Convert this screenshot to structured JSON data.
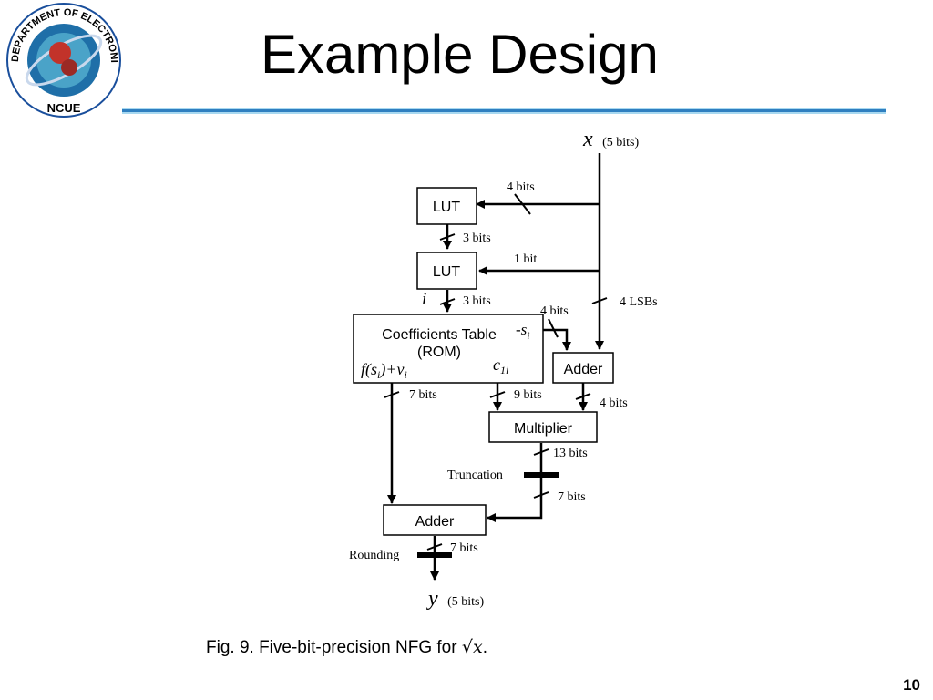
{
  "header": {
    "title": "Example Design",
    "logo": {
      "ring_text": "DEPARTMENT OF ELECTRONIC ENGINEERING",
      "bottom_text": "NCUE"
    },
    "rule_colors": {
      "dark": "#2f7fc0",
      "light": "#a8d8f0"
    }
  },
  "diagram": {
    "input": {
      "symbol": "x",
      "width": "(5 bits)"
    },
    "output": {
      "symbol": "y",
      "width": "(5 bits)"
    },
    "blocks": {
      "lut1": "LUT",
      "lut2": "LUT",
      "rom_line1": "Coefficients Table",
      "rom_line2": "(ROM)",
      "adder_right": "Adder",
      "multiplier": "Multiplier",
      "adder_bottom": "Adder"
    },
    "signals": {
      "rom_left_out_f": "f(s",
      "rom_left_out_sub": "i",
      "rom_left_out_rest": ")+v",
      "rom_left_out_v_sub": "i",
      "rom_right_out": "c",
      "rom_right_out_sub": "1i",
      "rom_neg_s": "-s",
      "rom_neg_s_sub": "i",
      "index": "i"
    },
    "bus_labels": {
      "x_to_lut1": "4 bits",
      "lut1_to_lut2": "3 bits",
      "x_to_lut2": "1 bit",
      "x_lsbs": "4 LSBs",
      "lut2_to_rom": "3 bits",
      "neg_s_width": "4 bits",
      "rom_to_adder_bottom": "7 bits",
      "rom_to_mult": "9 bits",
      "adder_to_mult": "4 bits",
      "mult_out": "13 bits",
      "trunc_out": "7 bits",
      "adder_out": "7 bits"
    },
    "operations": {
      "truncation": "Truncation",
      "rounding": "Rounding"
    }
  },
  "caption": {
    "text": "Fig. 9. Five-bit-precision NFG for",
    "math": "√x",
    "period": "."
  },
  "page_number": "10"
}
